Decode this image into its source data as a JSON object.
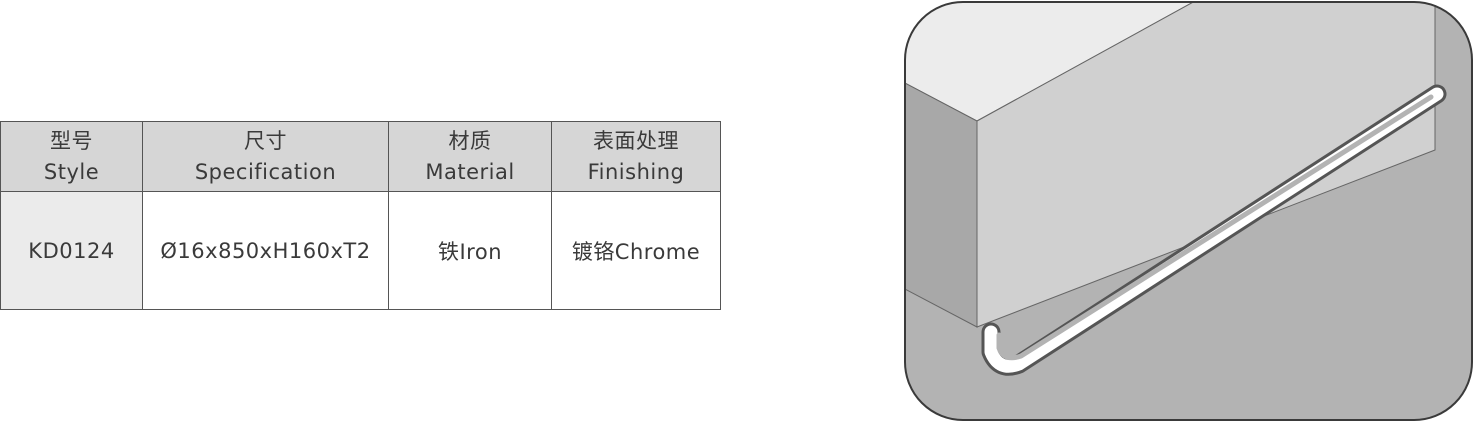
{
  "table": {
    "headers": [
      {
        "zh": "型号",
        "en": "Style"
      },
      {
        "zh": "尺寸",
        "en": "Specification"
      },
      {
        "zh": "材质",
        "en": "Material"
      },
      {
        "zh": "表面处理",
        "en": "Finishing"
      }
    ],
    "rows": [
      {
        "style": "KD0124",
        "specification": "Ø16x850xH160xT2",
        "material": "铁Iron",
        "finishing": "镀铬Chrome"
      }
    ]
  },
  "figure": {
    "icon": "towel-bar-illustration",
    "colors": {
      "background": "#b3b3b3",
      "wall_top": "#ececec",
      "wall_front": "#d0d0d0",
      "wall_side": "#a8a8a8",
      "bar": "#ffffff"
    }
  }
}
